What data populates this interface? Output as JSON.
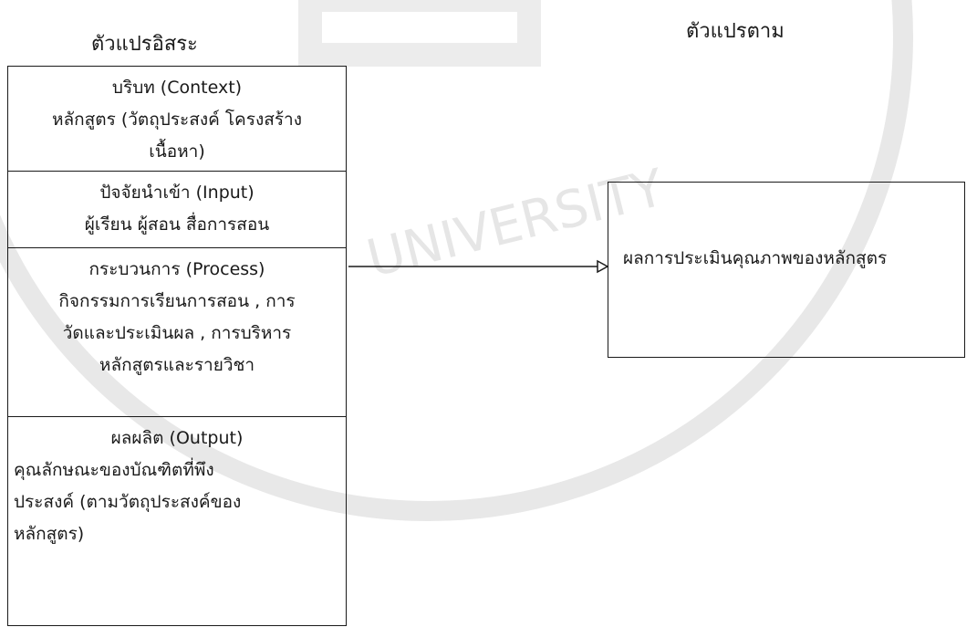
{
  "headings": {
    "independent": "ตัวแปรอิสระ",
    "dependent": "ตัวแปรตาม"
  },
  "sections": {
    "context": {
      "title": "บริบท (Context)",
      "lines": [
        "หลักสูตร (วัตถุประสงค์ โครงสร้าง",
        "เนื้อหา)"
      ]
    },
    "input": {
      "title": "ปัจจัยนำเข้า (Input)",
      "lines": [
        "ผู้เรียน ผู้สอน สื่อการสอน"
      ]
    },
    "process": {
      "title": "กระบวนการ (Process)",
      "lines": [
        "กิจกรรมการเรียนการสอน , การ",
        "วัดและประเมินผล , การบริหาร",
        "หลักสูตรและรายวิชา"
      ]
    },
    "output": {
      "title": "ผลผลิต (Output)",
      "lines": [
        "คุณลักษณะของบัณฑิตที่พึง",
        "ประสงค์ (ตามวัตถุประสงค์ของ",
        "หลักสูตร)"
      ]
    }
  },
  "outcome": {
    "label": "ผลการประเมินคุณภาพของหลักสูตร"
  },
  "watermark": {
    "text": "UNIVERSITY",
    "color": "#e6e6e6"
  }
}
